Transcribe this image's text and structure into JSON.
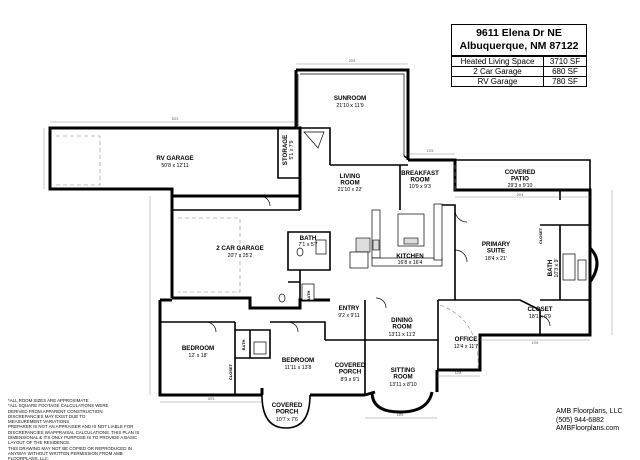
{
  "address": {
    "line1": "9611 Elena Dr NE",
    "line2": "Albuquerque, NM 87122"
  },
  "areas": [
    {
      "label": "Heated Living Space",
      "value": "3710 SF"
    },
    {
      "label": "2 Car Garage",
      "value": "680 SF"
    },
    {
      "label": "RV Garage",
      "value": "780 SF"
    }
  ],
  "rooms": {
    "sunroom": {
      "name": "SUNROOM",
      "dims": "21'10 x 11'9"
    },
    "rv_garage": {
      "name": "RV GARAGE",
      "dims": "50'8 x 12'11"
    },
    "storage": {
      "name": "STORAGE",
      "dims": "5'1 x 7'9"
    },
    "living_room": {
      "name": "LIVING\nROOM",
      "dims": "21'10 x 22'"
    },
    "breakfast_room": {
      "name": "BREAKFAST\nROOM",
      "dims": "10'9 x 9'3"
    },
    "covered_patio": {
      "name": "COVERED\nPATIO",
      "dims": "29'3 x 9'10"
    },
    "two_car_garage": {
      "name": "2 CAR GARAGE",
      "dims": "20'7 x 25'2"
    },
    "bath_1": {
      "name": "BATH",
      "dims": "7'1 x 5'7"
    },
    "kitchen": {
      "name": "KITCHEN",
      "dims": "16'8 x 16'4"
    },
    "primary_suite": {
      "name": "PRIMARY\nSUITE",
      "dims": "18'4 x 21'"
    },
    "primary_bath": {
      "name": "BATH",
      "dims": "10'3 x 9'"
    },
    "closet_primary": {
      "name": "CLOSET",
      "dims": "18'1 x 6'9"
    },
    "entry": {
      "name": "ENTRY",
      "dims": "9'2 x 9'11"
    },
    "dining_room": {
      "name": "DINING\nROOM",
      "dims": "13'11 x 11'2"
    },
    "office": {
      "name": "OFFICE",
      "dims": "12'4 x 11'7"
    },
    "bedroom_1": {
      "name": "BEDROOM",
      "dims": "12' x 18'"
    },
    "bedroom_2": {
      "name": "BEDROOM",
      "dims": "11'11 x 13'8"
    },
    "covered_porch_1": {
      "name": "COVERED\nPORCH",
      "dims": "8'9 x 9'1"
    },
    "sitting_room": {
      "name": "SITTING\nROOM",
      "dims": "13'11 x 8'10"
    },
    "covered_porch_2": {
      "name": "COVERED\nPORCH",
      "dims": "10'7 x 7'6"
    },
    "closet_small_1": {
      "name": "CLOSET",
      "dims": ""
    },
    "closet_small_2": {
      "name": "CLOSET",
      "dims": ""
    },
    "bath_small_1": {
      "name": "BATH",
      "dims": ""
    },
    "bath_small_2": {
      "name": "BATH",
      "dims": ""
    }
  },
  "dimensions": {
    "top_rv": "53'3",
    "top_sunroom": "23'8",
    "breakfast_top": "13'5",
    "patio_top": "29'4",
    "bottom_left": "30'5",
    "bottom_mid": "18'5",
    "bottom_right": "12'8",
    "right_office": "13'6"
  },
  "disclaimer_lines": [
    "*ALL ROOM SIZES ARE APPROXIMATE",
    "*ALL SQUARE FOOTAGE CALCULATIONS WERE",
    "DERIVED FROM APPARENT CONSTRUCTION.",
    "DISCREPANCIES MAY EXIST DUE TO",
    "MEASUREMENT VARIATIONS",
    "Preparer is not an appraiser and is not liable for",
    "discrepancies w/appraisal calculations. This plan is",
    "dimensional & its only purpose is to provide a basic",
    "layout of the residence.",
    "This drawing may not be copied or reproduced in",
    "anyway without written permission from AMB",
    "Floorplans, LLC."
  ],
  "company": {
    "name": "AMB Floorplans, LLC",
    "phone": "(505) 944-6882",
    "website": "AMBFloorplans.com"
  }
}
